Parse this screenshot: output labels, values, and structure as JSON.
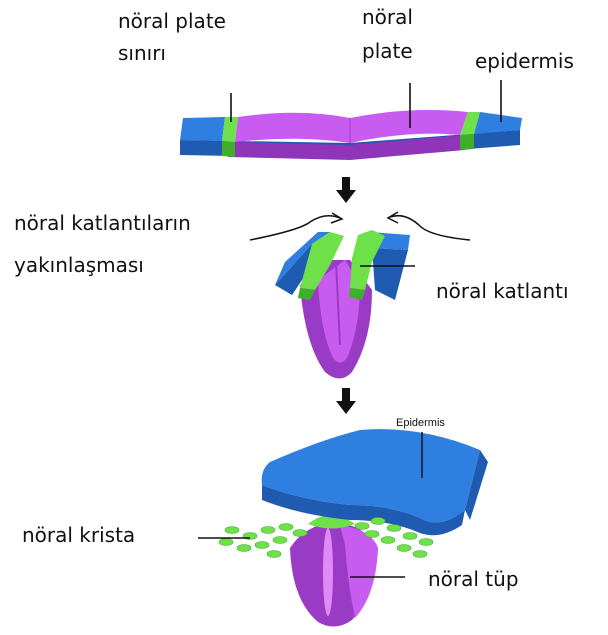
{
  "labels": {
    "neural_plate_border_line1": "nöral plate",
    "neural_plate_border_line2": "sınırı",
    "neural_plate_line1": "nöral",
    "neural_plate_line2": "plate",
    "epidermis": "epidermis",
    "convergence_line1": "nöral katlantıların",
    "convergence_line2": "yakınlaşması",
    "neural_fold": "nöral katlantı",
    "epidermis_small": "Epidermis",
    "neural_crest": "nöral krista",
    "neural_tube": "nöral tüp"
  },
  "colors": {
    "epidermis": "#2f7fe0",
    "epidermis_dark": "#1f5bb0",
    "border": "#6ee04a",
    "border_dark": "#3fae2a",
    "neural": "#c85cf0",
    "neural_dark": "#9a3bc6",
    "arrow": "#111111"
  }
}
